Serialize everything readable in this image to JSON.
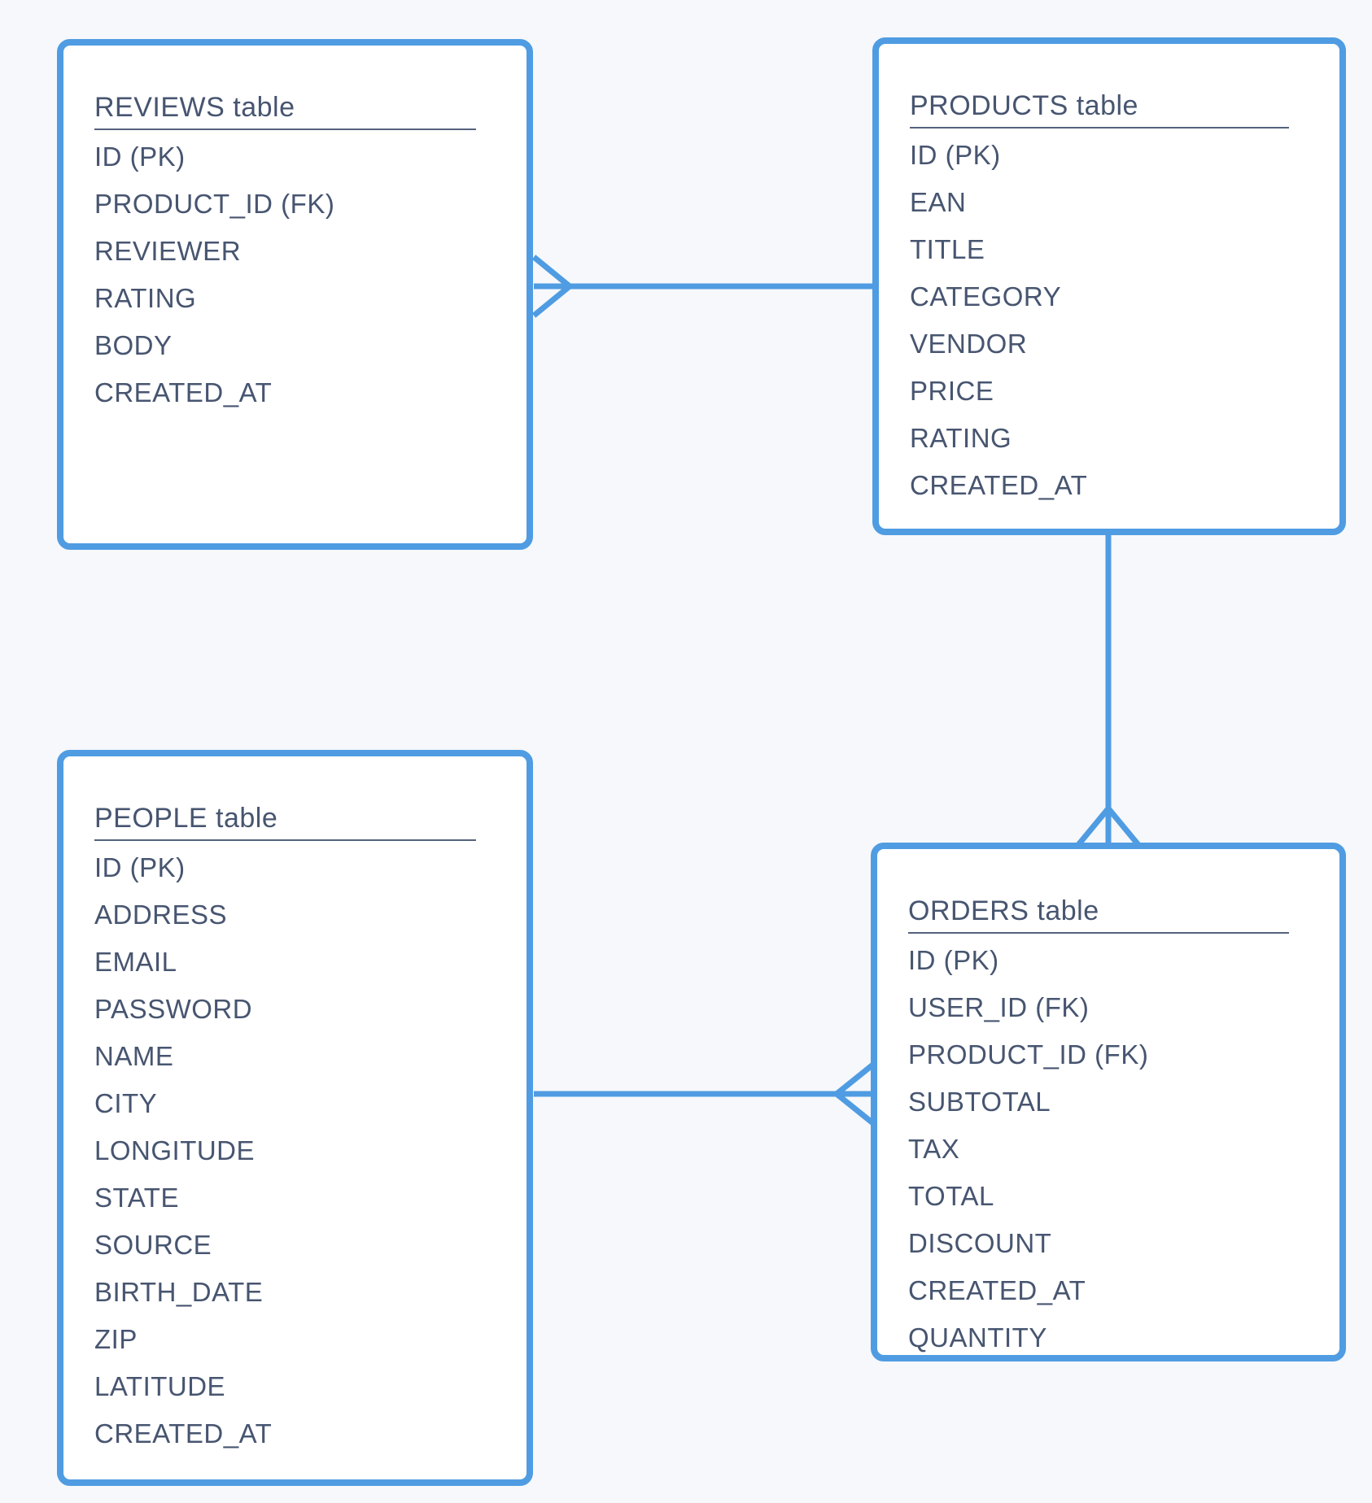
{
  "page": {
    "background_color": "#F6F8FB"
  },
  "diagram": {
    "accent_color": "#4F9CE2",
    "text_color": "#475570",
    "card_background": "#FFFFFF",
    "tables": [
      {
        "title": "REVIEWS table",
        "fields": [
          "ID (PK)",
          "PRODUCT_ID (FK)",
          "REVIEWER",
          "RATING",
          "BODY",
          "CREATED_AT"
        ]
      },
      {
        "title": "PRODUCTS table",
        "fields": [
          "ID (PK)",
          "EAN",
          "TITLE",
          "CATEGORY",
          "VENDOR",
          "PRICE",
          "RATING",
          "CREATED_AT"
        ]
      },
      {
        "title": "PEOPLE table",
        "fields": [
          "ID (PK)",
          "ADDRESS",
          "EMAIL",
          "PASSWORD",
          "NAME",
          "CITY",
          "LONGITUDE",
          "STATE",
          "SOURCE",
          "BIRTH_DATE",
          "ZIP",
          "LATITUDE",
          "CREATED_AT"
        ]
      },
      {
        "title": "ORDERS table",
        "fields": [
          "ID (PK)",
          "USER_ID (FK)",
          "PRODUCT_ID (FK)",
          "SUBTOTAL",
          "TAX",
          "TOTAL",
          "DISCOUNT",
          "CREATED_AT",
          "QUANTITY"
        ]
      }
    ],
    "relationships": [
      {
        "one_side": "PRODUCTS",
        "many_side": "REVIEWS",
        "type": "one-to-many",
        "notation": "crow-foot at REVIEWS right edge"
      },
      {
        "one_side": "PRODUCTS",
        "many_side": "ORDERS",
        "type": "one-to-many",
        "notation": "crow-foot at ORDERS top edge"
      },
      {
        "one_side": "PEOPLE",
        "many_side": "ORDERS",
        "type": "one-to-many",
        "notation": "crow-foot at ORDERS left edge"
      }
    ]
  }
}
